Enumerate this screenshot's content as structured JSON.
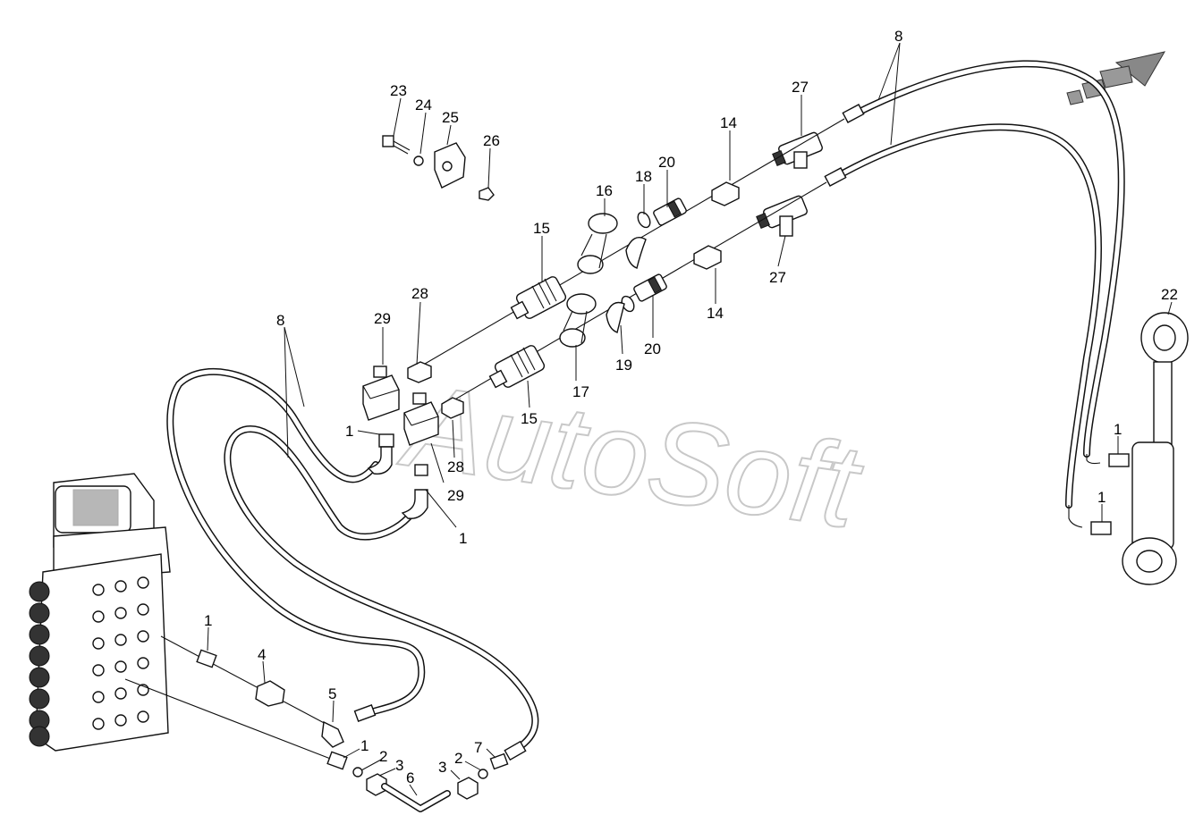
{
  "watermark": "AutoSoft",
  "callouts": {
    "c1a": "1",
    "c1b": "1",
    "c1c": "1",
    "c1d": "1",
    "c1e": "1",
    "c1f": "1",
    "c2a": "2",
    "c2b": "2",
    "c3a": "3",
    "c3b": "3",
    "c4": "4",
    "c5": "5",
    "c6": "6",
    "c7": "7",
    "c8a": "8",
    "c8b": "8",
    "c14a": "14",
    "c14b": "14",
    "c15a": "15",
    "c15b": "15",
    "c16": "16",
    "c17": "17",
    "c18": "18",
    "c19": "19",
    "c20a": "20",
    "c20b": "20",
    "c22": "22",
    "c23": "23",
    "c24": "24",
    "c25": "25",
    "c26": "26",
    "c27a": "27",
    "c27b": "27",
    "c28a": "28",
    "c28b": "28",
    "c29a": "29",
    "c29b": "29"
  },
  "colors": {
    "line": "#111111",
    "watermark": "#c8c8c8",
    "background": "#ffffff"
  }
}
